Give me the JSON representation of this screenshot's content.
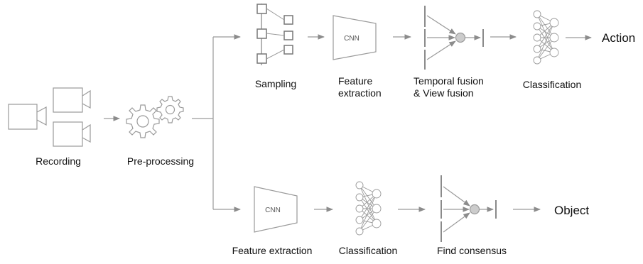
{
  "stages": {
    "recording": "Recording",
    "preprocessing": "Pre-processing",
    "sampling": "Sampling",
    "feature_extraction_top_line1": "Feature",
    "feature_extraction_top_line2": "extraction",
    "temporal_fusion_line1": "Temporal fusion",
    "temporal_fusion_line2": "& View fusion",
    "classification_top": "Classification",
    "feature_extraction_bottom": "Feature extraction",
    "classification_bottom": "Classification",
    "find_consensus": "Find consensus"
  },
  "cnn_label": "CNN",
  "outputs": {
    "action": "Action",
    "object": "Object"
  },
  "icons": [
    "camera-icon",
    "gear-icon",
    "sampling-frames-icon",
    "cnn-trapezoid-icon",
    "fusion-icon",
    "neural-network-icon",
    "consensus-icon"
  ],
  "colors": {
    "line": "#9a9a9a",
    "node_fill": "#cccccc",
    "text": "#111111"
  }
}
